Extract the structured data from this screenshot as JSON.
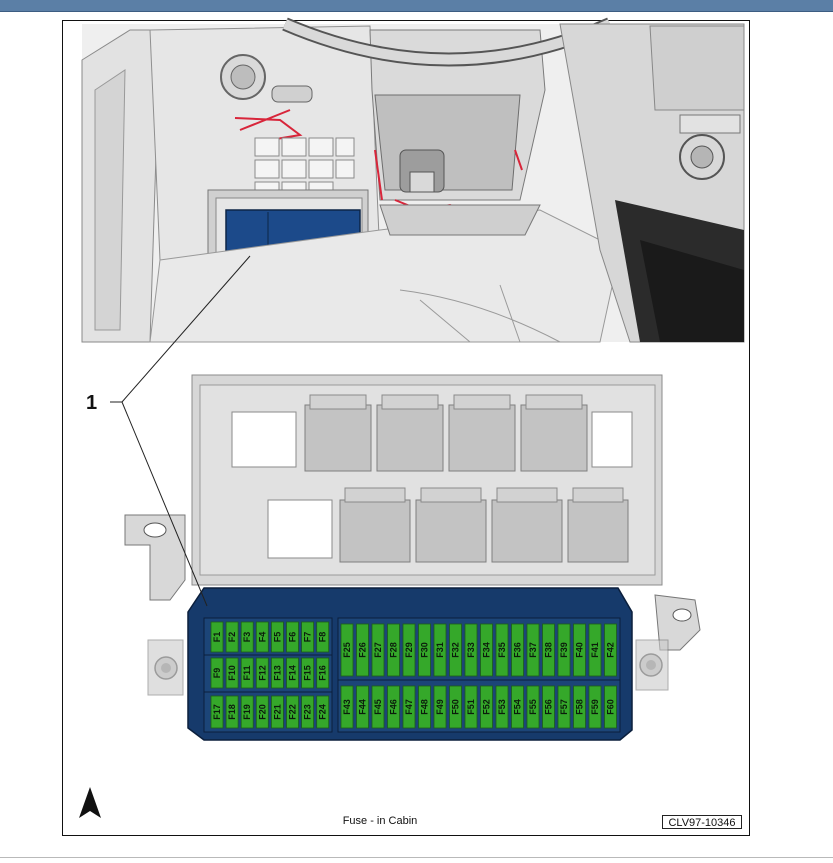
{
  "callout": "1",
  "caption": "Fuse - in Cabin",
  "doc_id": "CLV97-10346",
  "colors": {
    "fuse_box": "#163a6b",
    "fuse": "#35a82a",
    "highlight": "#1c4a8a",
    "wiring": "#d8253a"
  },
  "fuses": {
    "left_top": [
      "F1",
      "F2",
      "F3",
      "F4",
      "F5",
      "F6",
      "F7",
      "F8"
    ],
    "left_mid": [
      "F9",
      "F10",
      "F11",
      "F12",
      "F13",
      "F14",
      "F15",
      "F16"
    ],
    "left_bottom": [
      "F17",
      "F18",
      "F19",
      "F20",
      "F21",
      "F22",
      "F23",
      "F24"
    ],
    "right_top": [
      "F25",
      "F26",
      "F27",
      "F28",
      "F29",
      "F30",
      "F31",
      "F32",
      "F33",
      "F34",
      "F35",
      "F36",
      "F37",
      "F38",
      "F39",
      "F40",
      "F41",
      "F42"
    ],
    "right_bottom": [
      "F43",
      "F44",
      "F45",
      "F46",
      "F47",
      "F48",
      "F49",
      "F50",
      "F51",
      "F52",
      "F53",
      "F54",
      "F55",
      "F56",
      "F57",
      "F58",
      "F59",
      "F60"
    ]
  }
}
